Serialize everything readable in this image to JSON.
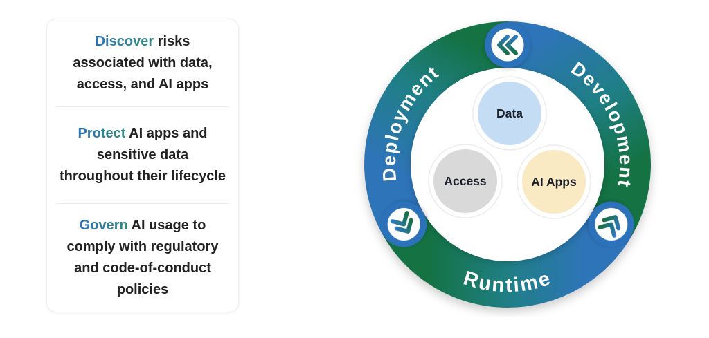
{
  "card": {
    "sections": [
      {
        "keyword": "Discover",
        "line1_rest": " risks",
        "line2": "associated with data,",
        "line3": "access, and AI apps"
      },
      {
        "keyword": "Protect",
        "line1_rest": " AI apps and",
        "line2": "sensitive data",
        "line3": "throughout their lifecycle"
      },
      {
        "keyword": "Govern",
        "line1_rest": " AI usage to",
        "line2": "comply with regulatory",
        "line3": "and code-of-conduct",
        "line4": "policies"
      }
    ]
  },
  "diagram": {
    "ring_labels": {
      "deployment": "Deployment",
      "development": "Development",
      "runtime": "Runtime"
    },
    "nodes": [
      {
        "label": "Data",
        "color": "#c4dcf4"
      },
      {
        "label": "Access",
        "color": "#d9d9d9"
      },
      {
        "label": "AI Apps",
        "color": "#faeac4"
      }
    ],
    "badges": [
      {
        "icon": "double-chevron-left-icon",
        "position": "top"
      },
      {
        "icon": "double-chevron-up-right-icon",
        "position": "lower-right"
      },
      {
        "icon": "double-chevron-down-right-icon",
        "position": "lower-left"
      }
    ],
    "colors": {
      "ring_blue": "#2e74b9",
      "ring_teal": "#1f7f85",
      "ring_green": "#147243",
      "badge_blue": "#2b72ba",
      "chevron_blue": "#2e79c0",
      "chevron_green": "#156f3e",
      "keyword_gradient_start": "#2b73b8",
      "keyword_gradient_end": "#2f8d7f",
      "node_label_color": "#1c2129",
      "body_text_color": "#212121"
    }
  }
}
